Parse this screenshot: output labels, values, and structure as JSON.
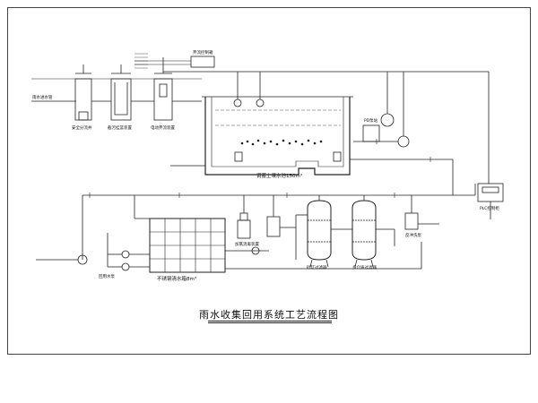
{
  "title": "雨水收集回用系统工艺流程图",
  "labels": {
    "rain_inlet": "雨水进水管",
    "well_safety": "安全分流井",
    "filter_device": "截污挂篮装置",
    "gate_device": "电动弃流装置",
    "tank": "调蓄土壤水池150m³",
    "steel_tank": "不锈钢清水箱8m³",
    "filter1": "砂缸过滤器",
    "filter2": "多介质过滤器",
    "plc": "PLC控制柜",
    "disinfect": "加氯消毒装置",
    "return_water": "回用水泵",
    "backwash": "反冲洗泵",
    "ctrl_box": "弃流控制箱",
    "pump_station": "PD泵站"
  },
  "colors": {
    "line": "#222222",
    "background": "#ffffff"
  }
}
